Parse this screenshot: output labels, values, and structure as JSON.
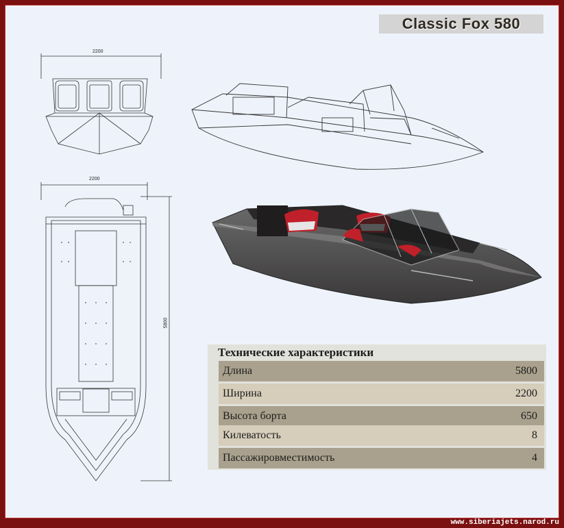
{
  "title": "Classic Fox 580",
  "drawing": {
    "front_width": "2200",
    "top_width": "2200",
    "top_length": "5800"
  },
  "specs": {
    "heading": "Технические характеристики",
    "rows": [
      {
        "label": "Длина",
        "value": "5800"
      },
      {
        "label": "Ширина",
        "value": "2200"
      },
      {
        "label": "Высота борта",
        "value": "650"
      },
      {
        "label": "Килеватость",
        "value": "8"
      },
      {
        "label": "Пассажировместимость",
        "value": "4"
      }
    ]
  },
  "footer": "www.siberiajets.narod.ru",
  "colors": {
    "frame": "#7a1010",
    "background": "#eef3fb",
    "row_dark": "#a9a18d",
    "row_light": "#d6cdba"
  }
}
